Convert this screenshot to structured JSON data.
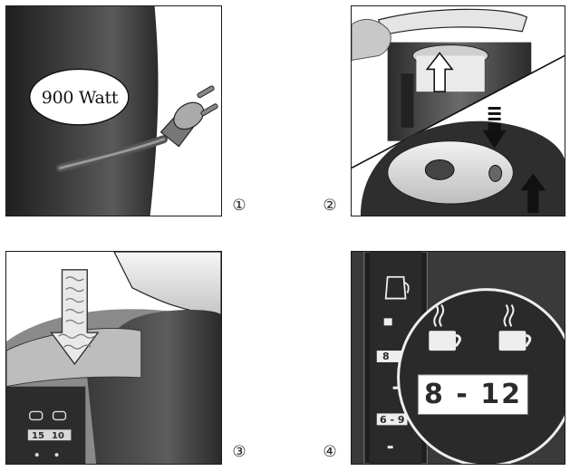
{
  "steps": {
    "step1": "①",
    "step2": "②",
    "step3": "③",
    "step4": "④"
  },
  "panel1": {
    "power_label": "900 Watt"
  },
  "panel3": {
    "cup_scale": [
      "15",
      "10"
    ]
  },
  "panel4": {
    "strip_ranges": [
      "8",
      "6 - 9"
    ],
    "large_range": "8 - 12"
  },
  "colors": {
    "machine_dark": "#2e2e2e",
    "machine_mid": "#6b6b6b",
    "light_gray": "#d9d9d9",
    "outline": "#1a1a1a"
  }
}
